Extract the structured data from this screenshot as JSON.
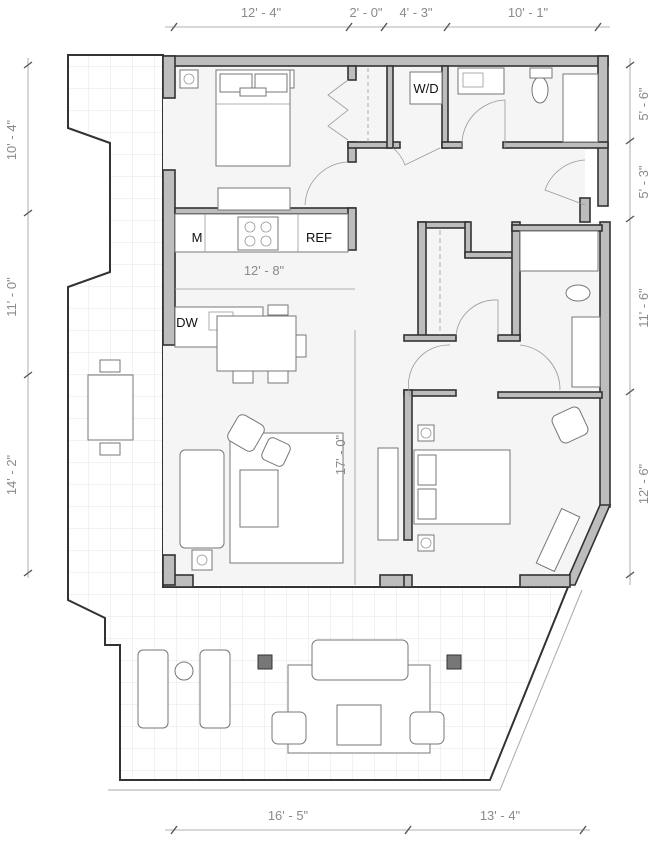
{
  "dimensions": {
    "top": [
      "12' - 4\"",
      "2' - 0\"",
      "4' - 3\"",
      "10' - 1\""
    ],
    "left": [
      "10' - 4\"",
      "11' - 0\"",
      "14' - 2\""
    ],
    "right": [
      "5' - 6\"",
      "5' - 3\"",
      "11' - 6\"",
      "12' - 6\""
    ],
    "bottom": [
      "16' - 5\"",
      "13' - 4\""
    ],
    "interior_kitchen_width": "12' - 8\"",
    "interior_living_depth": "17' - 0\""
  },
  "labels": {
    "microwave": "M",
    "refrigerator": "REF",
    "washer_dryer": "W/D",
    "dishwasher": "DW"
  },
  "colors": {
    "wall_fill": "#bdbdbd",
    "wall_outline": "#333333",
    "floor": "#f5f5f5",
    "terrace_grid": "#dddddd"
  }
}
